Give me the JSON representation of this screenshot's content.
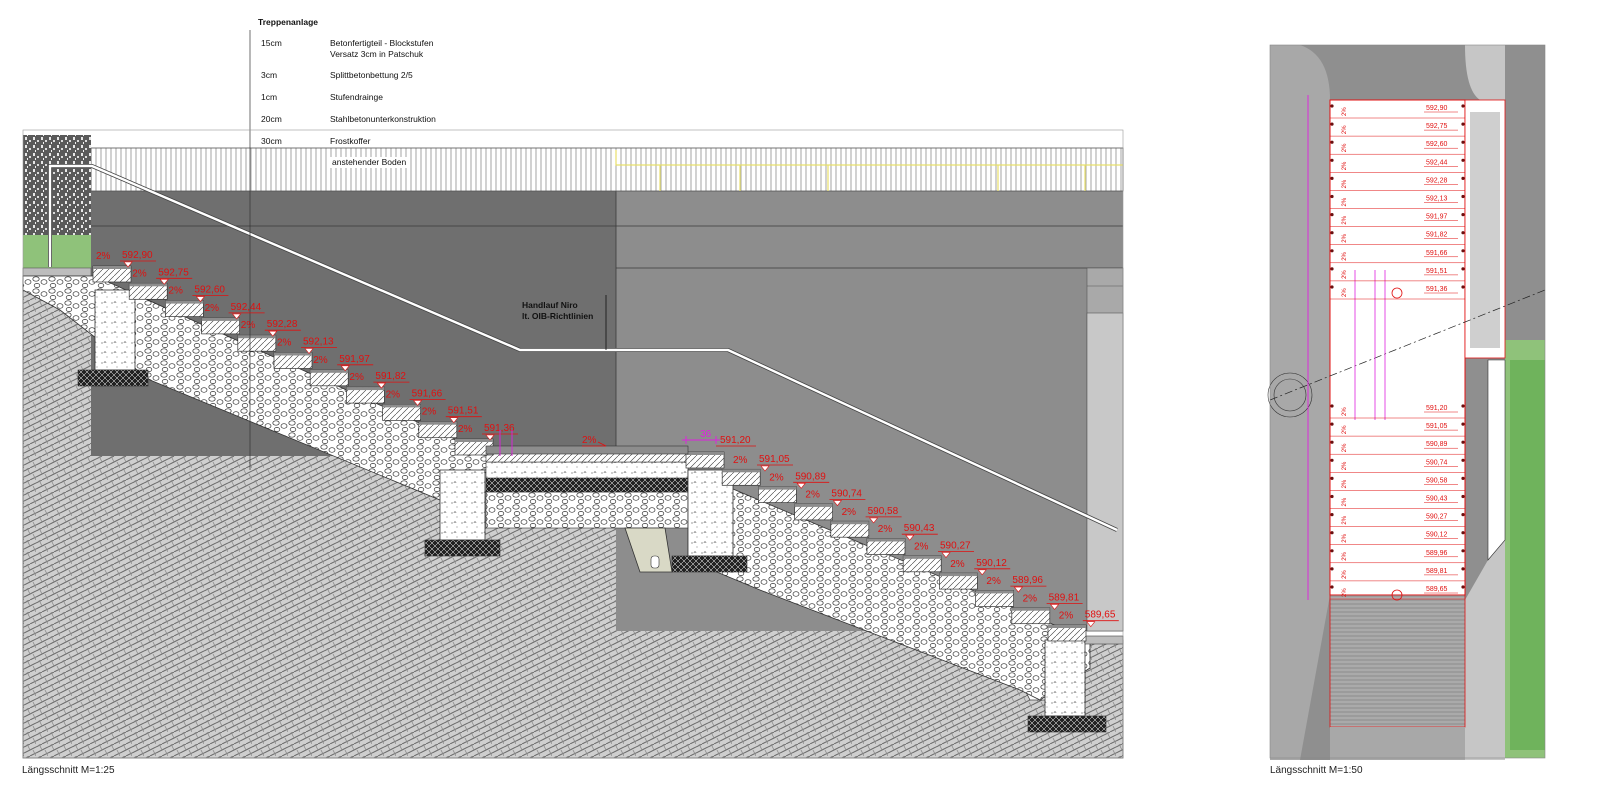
{
  "legend": {
    "title": "Treppenanlage",
    "layers": [
      {
        "thickness": "15cm",
        "description": "Betonfertigteil - Blockstufen\nVersatz 3cm in Patschuk"
      },
      {
        "thickness": "3cm",
        "description": "Splittbetonbettung 2/5"
      },
      {
        "thickness": "1cm",
        "description": "Stufendrainge"
      },
      {
        "thickness": "20cm",
        "description": "Stahlbetonunterkonstruktion"
      },
      {
        "thickness": "30cm",
        "description": "Frostkoffer"
      },
      {
        "thickness": "",
        "description": "anstehender Boden"
      }
    ]
  },
  "handrail_note": {
    "line1": "Handlauf Niro",
    "line2": "lt. OIB-Richtlinien"
  },
  "section": {
    "caption": "Längsschnitt M=1:25",
    "slope_label": "2%",
    "landing_slope_label": "2%",
    "dimension_label": "36",
    "upper_flight_levels": [
      "592,90",
      "592,75",
      "592,60",
      "592,44",
      "592,28",
      "592,13",
      "591,97",
      "591,82",
      "591,66",
      "591,51",
      "591,36"
    ],
    "landing_level": "591,20",
    "lower_flight_levels": [
      "591,05",
      "590,89",
      "590,74",
      "590,58",
      "590,43",
      "590,27",
      "590,12",
      "589,96",
      "589,81",
      "589,65"
    ]
  },
  "plan": {
    "caption": "Längsschnitt M=1:50",
    "slope_label": "2%",
    "levels": [
      "592,90",
      "592,75",
      "592,60",
      "592,44",
      "592,28",
      "592,13",
      "591,97",
      "591,82",
      "591,66",
      "591,51",
      "591,36",
      "591,20",
      "591,05",
      "590,89",
      "590,74",
      "590,58",
      "590,43",
      "590,27",
      "590,12",
      "589,96",
      "589,81",
      "589,65"
    ]
  },
  "colors": {
    "wall_dark": "#6f6f6f",
    "wall_mid": "#8d8d8d",
    "level_red": "#e01010",
    "dimension_magenta": "#e020e0",
    "lawn_green": "#8fc27a",
    "plan_gray": "#a8a8a8"
  }
}
